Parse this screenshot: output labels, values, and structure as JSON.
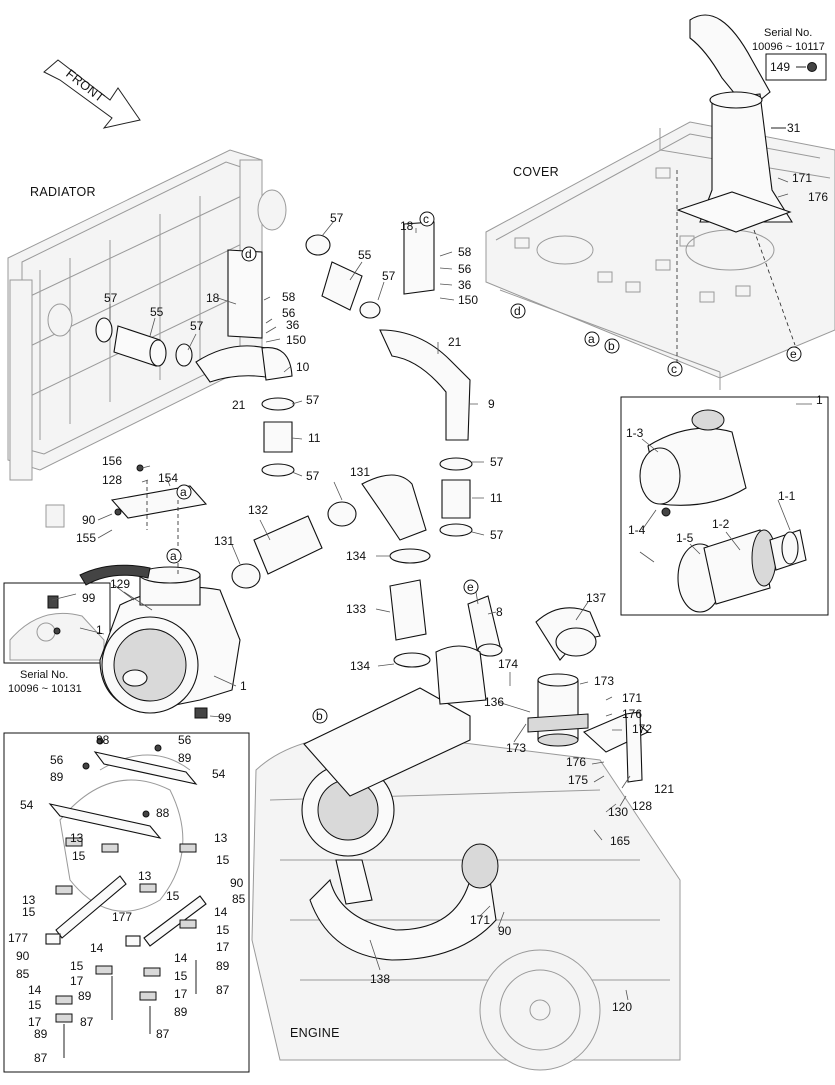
{
  "section_labels": {
    "radiator": "RADIATOR",
    "cover": "COVER",
    "engine": "ENGINE",
    "front": "FRONT"
  },
  "serial_notes": {
    "top_right_title": "Serial No.",
    "top_right_range": "10096 ~ 10117",
    "left_inset_title": "Serial No.",
    "left_inset_range": "10096 ~ 10131"
  },
  "reference_circles": [
    "a",
    "b",
    "c",
    "d",
    "e"
  ],
  "part_numbers": {
    "p1": "1",
    "p1_1": "1-1",
    "p1_2": "1-2",
    "p1_3": "1-3",
    "p1_4": "1-4",
    "p1_5": "1-5",
    "p8": "8",
    "p9": "9",
    "p10": "10",
    "p11": "11",
    "p13": "13",
    "p14": "14",
    "p15": "15",
    "p17": "17",
    "p18": "18",
    "p21": "21",
    "p31": "31",
    "p36": "36",
    "p54": "54",
    "p55": "55",
    "p56": "56",
    "p57": "57",
    "p58": "58",
    "p85": "85",
    "p87": "87",
    "p88": "88",
    "p89": "89",
    "p90": "90",
    "p99": "99",
    "p120": "120",
    "p121": "121",
    "p128": "128",
    "p129": "129",
    "p130": "130",
    "p131": "131",
    "p132": "132",
    "p133": "133",
    "p134": "134",
    "p136": "136",
    "p137": "137",
    "p138": "138",
    "p149": "149",
    "p150": "150",
    "p154": "154",
    "p155": "155",
    "p156": "156",
    "p165": "165",
    "p171": "171",
    "p172": "172",
    "p173": "173",
    "p174": "174",
    "p175": "175",
    "p176": "176",
    "p177": "177"
  }
}
